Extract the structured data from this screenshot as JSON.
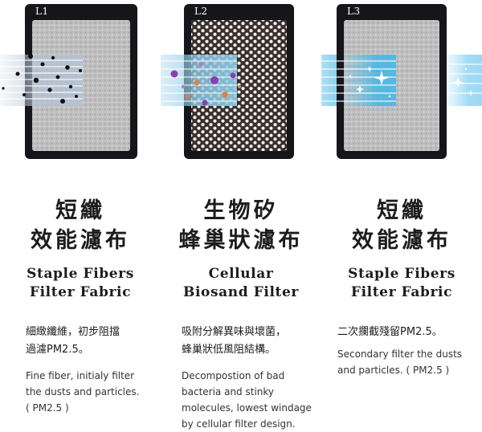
{
  "filters": [
    {
      "tag": "L1",
      "title_zh": [
        "短纖",
        "效能濾布"
      ],
      "title_en": [
        "Staple Fibers",
        "Filter Fabric"
      ],
      "desc_zh": [
        "細緻纖維，初步阻擋",
        "過濾PM2.5。"
      ],
      "desc_en": [
        "Fine fiber, initialy filter",
        "the dusts and particles.",
        "( PM2.5 )"
      ],
      "flow_color": "#b9c6d6",
      "particle_color": "#111111"
    },
    {
      "tag": "L2",
      "title_zh": [
        "生物矽",
        "蜂巢狀濾布"
      ],
      "title_en": [
        "Cellular",
        "Biosand Filter"
      ],
      "desc_zh": [
        "吸附分解異味與壞菌，",
        "蜂巢狀低風阻結構。"
      ],
      "desc_en": [
        "Decompostion of bad",
        "bacteria and stinky",
        "molecules, lowest windage",
        "by cellular filter design."
      ],
      "flow_color": "#9fd3ea",
      "particle_colors": [
        "#8a3fb0",
        "#e0823a"
      ]
    },
    {
      "tag": "L3",
      "title_zh": [
        "短纖",
        "效能濾布"
      ],
      "title_en": [
        "Staple Fibers",
        "Filter Fabric"
      ],
      "desc_zh": [
        "二次攔截殘留PM2.5。"
      ],
      "desc_en": [
        "Secondary filter the dusts",
        "and particles. ( PM2.5 )"
      ],
      "flow_color": "#58c1ec",
      "particle_color": "#ffffff"
    }
  ],
  "colors": {
    "card_border": "#15151a",
    "fabric_base": "#b8b8b8",
    "honeycomb_dark": "#3a302c",
    "text": "#1c1c1c"
  }
}
